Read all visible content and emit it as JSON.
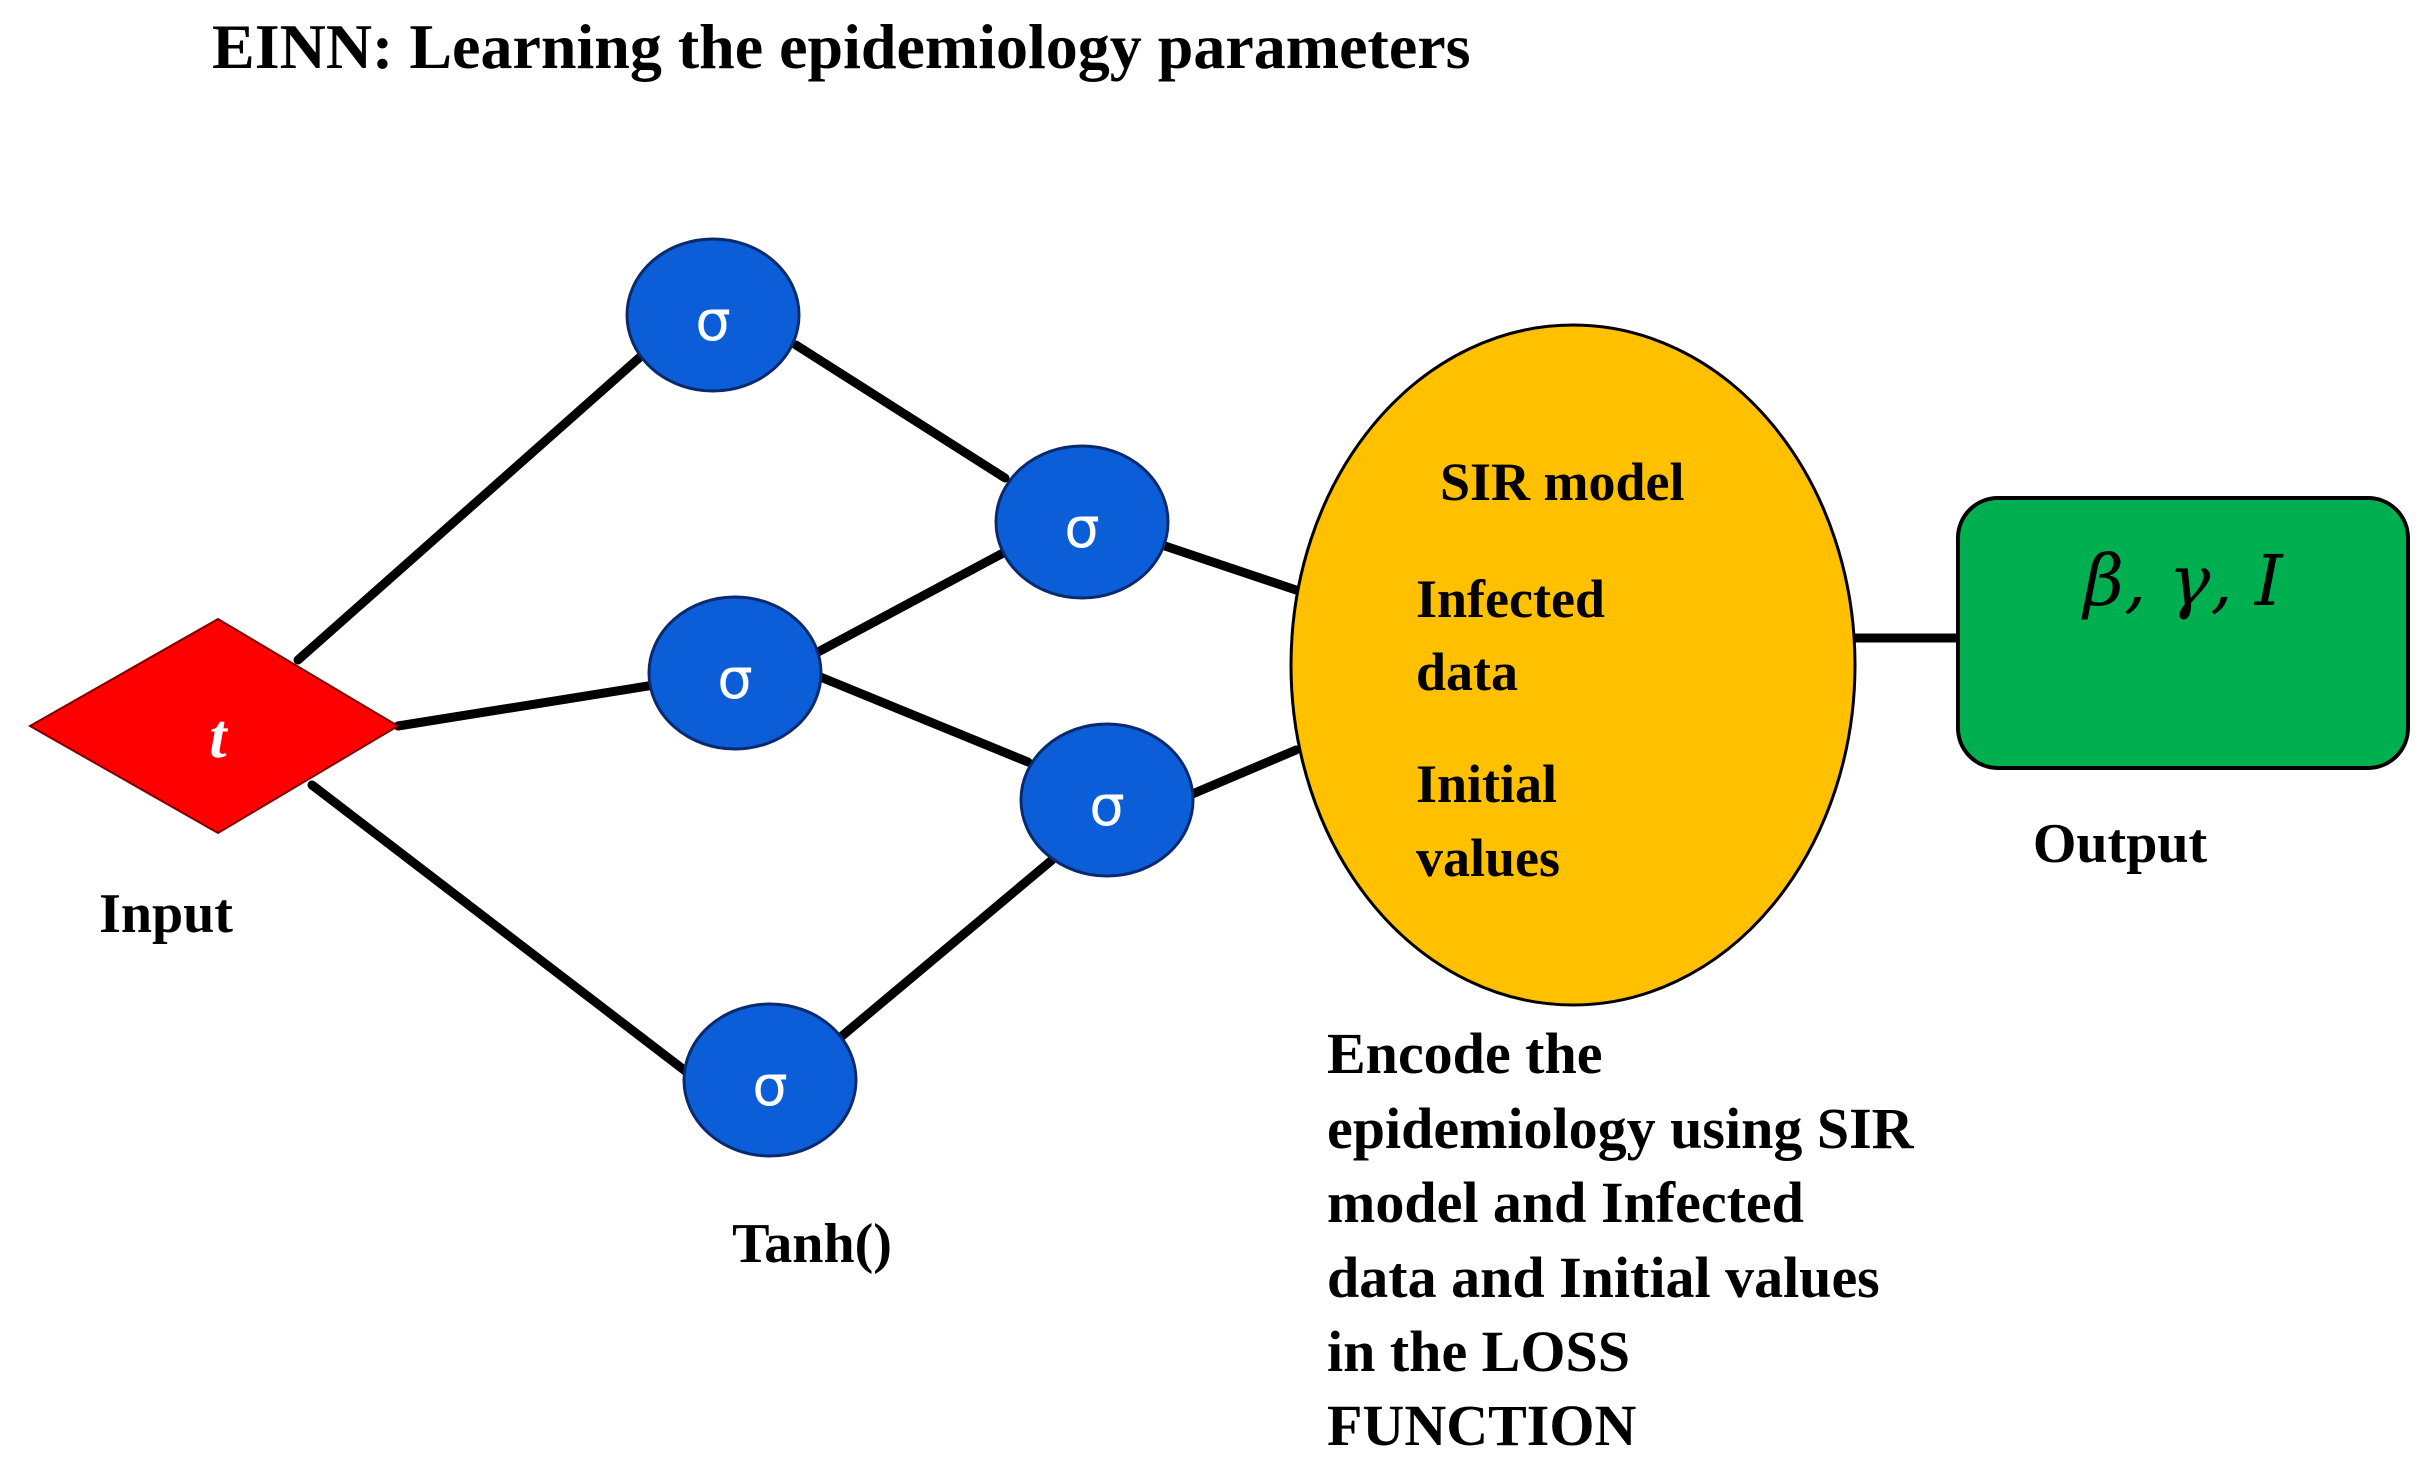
{
  "title": "EINN: Learning the epidemiology parameters",
  "input": {
    "symbol": "t",
    "label": "Input",
    "color": "#ff0000"
  },
  "hidden_layer": {
    "node_symbol": "σ",
    "activation_label": "Tanh()",
    "node_color": "#0b5ed7",
    "node_border": "#0a2a6e"
  },
  "sir_block": {
    "title": "SIR model",
    "line1": "Infected",
    "line2": "data",
    "line3": "Initial",
    "line4": "values",
    "color": "#ffc000"
  },
  "loss_caption": [
    "Encode the",
    "epidemiology using SIR",
    "model and Infected",
    "data and Initial values",
    "in the  LOSS",
    "FUNCTION"
  ],
  "output": {
    "params": "β, γ, I",
    "label": "Output",
    "color": "#00b050"
  }
}
